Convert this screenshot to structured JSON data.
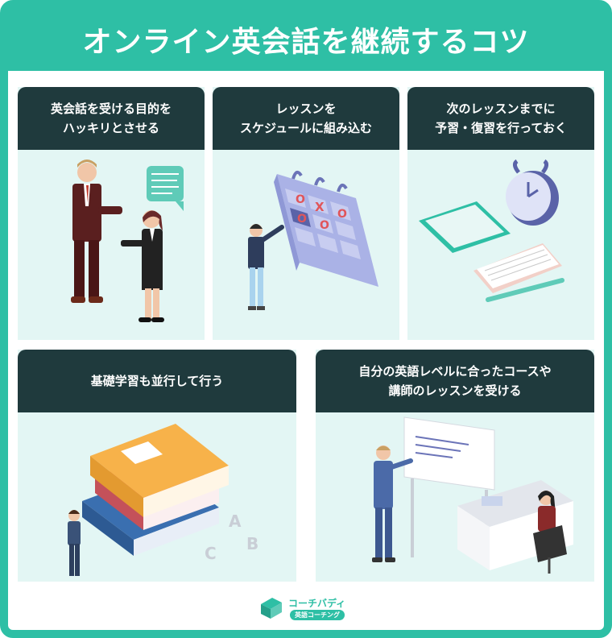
{
  "title": "オンライン英会話を継続するコツ",
  "cards": [
    {
      "line1": "英会話を受ける目的を",
      "line2": "ハッキリとさせる"
    },
    {
      "line1": "レッスンを",
      "line2": "スケジュールに組み込む"
    },
    {
      "line1": "次のレッスンまでに",
      "line2": "予習・復習を行っておく"
    },
    {
      "line1": "基礎学習も並行して行う",
      "line2": ""
    },
    {
      "line1": "自分の英語レベルに合ったコースや",
      "line2": "講師のレッスンを受ける"
    }
  ],
  "calendar_marks": [
    "O",
    "X",
    "O",
    "O",
    "O"
  ],
  "blocks": [
    "A",
    "B",
    "C"
  ],
  "logo": {
    "brand": "コーチバディ",
    "tag": "英語コーチング"
  },
  "colors": {
    "accent": "#2ebfa5",
    "caption_bg": "#1f3a3d",
    "card_bg": "#e3f6f4"
  }
}
